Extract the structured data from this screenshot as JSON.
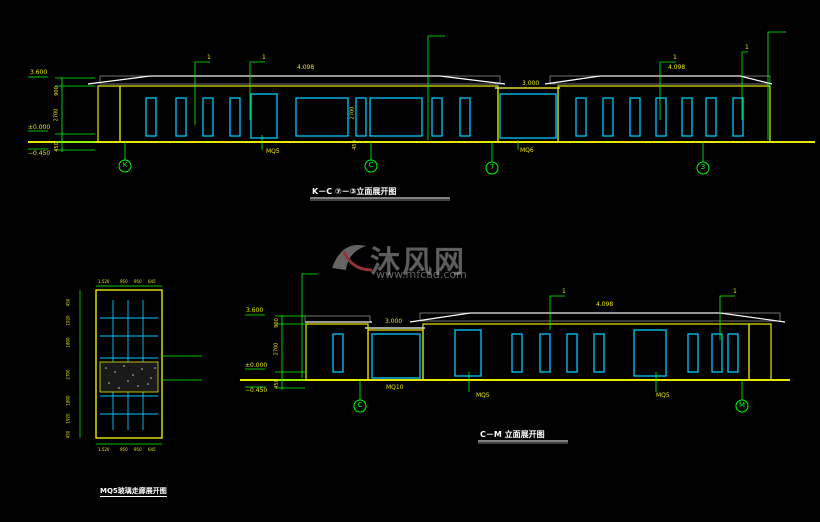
{
  "colors": {
    "background": "#000000",
    "wall": "#e8e800",
    "window": "#00c8ff",
    "dimension": "#00ff00",
    "roof": "#ffffff",
    "leader": "#00ff00",
    "watermark": "#9a9a9a",
    "accent": "#e05050"
  },
  "elevation1": {
    "title": "K－C ⑦－③立面展开图",
    "axis_labels": [
      "K",
      "C",
      "7",
      "3"
    ],
    "level_top": "3.600",
    "level_zero": "±0.000",
    "level_neg": "−0.450",
    "ridge_label": "4.098",
    "ridge_label_2": "4.098",
    "mid_roof_label": "3.000",
    "dim_a": "900",
    "dim_b": "2700",
    "dim_c": "450",
    "door_tags": [
      "MQ5",
      "MQ6"
    ],
    "mark": "1"
  },
  "elevation2": {
    "title": "C－M 立面展开图",
    "axis_labels": [
      "C",
      "M"
    ],
    "level_top": "3.600",
    "level_zero": "±0.000",
    "level_neg": "−0.450",
    "ridge_label": "4.098",
    "mid_roof_label": "3.000",
    "dim_a": "900",
    "dim_b": "2700",
    "dim_c": "450",
    "door_tags": [
      "MQ10",
      "MQ5",
      "MQ5"
    ],
    "mark": "1"
  },
  "detail": {
    "title": "MQ5玻璃走廊展开图",
    "top_dims": [
      "1,520",
      "950",
      "950",
      "645"
    ],
    "bottom_dims": [
      "1,520",
      "950",
      "950",
      "645"
    ],
    "side_dims": [
      "450",
      "1920",
      "1800",
      "2700",
      "1800",
      "1920",
      "450"
    ]
  },
  "watermark": {
    "brand": "沐风网",
    "url": "www.mfcad.com"
  }
}
